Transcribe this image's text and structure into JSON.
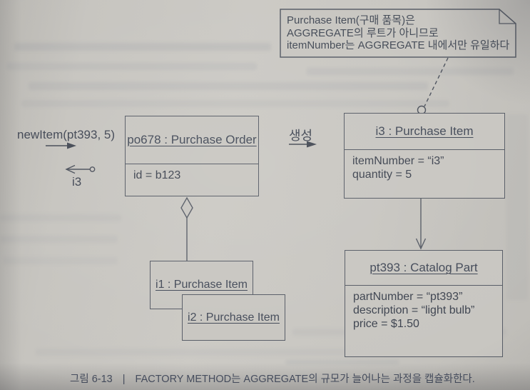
{
  "figure": {
    "note": {
      "lines": [
        "Purchase Item(구매 품목)은",
        "AGGREGATE의 루트가 아니므로",
        "itemNumber는 AGGREGATE 내에서만 유일하다"
      ]
    },
    "annotations": {
      "method_call": "newItem(pt393, 5)",
      "return_value": "i3",
      "creation_label": "생성"
    },
    "objects": {
      "purchase_order": {
        "title": "po678 : Purchase Order",
        "attributes": [
          "id = b123"
        ]
      },
      "purchase_item_i3": {
        "title": "i3 : Purchase Item",
        "attributes": [
          "itemNumber = “i3”",
          "quantity = 5"
        ]
      },
      "catalog_part": {
        "title": "pt393 : Catalog Part",
        "attributes": [
          "partNumber = “pt393”",
          "description = “light bulb”",
          "price = $1.50"
        ]
      },
      "purchase_item_i1": {
        "title": "i1 : Purchase Item"
      },
      "purchase_item_i2": {
        "title": "i2 : Purchase Item"
      }
    },
    "caption": {
      "figure_label": "그림 6-13",
      "separator": "|",
      "text": "FACTORY METHOD는 AGGREGATE의 규모가 늘어나는 과정을 캡슐화한다."
    },
    "colors": {
      "ink": "#575c66",
      "paper": "#c8c6c1"
    }
  }
}
